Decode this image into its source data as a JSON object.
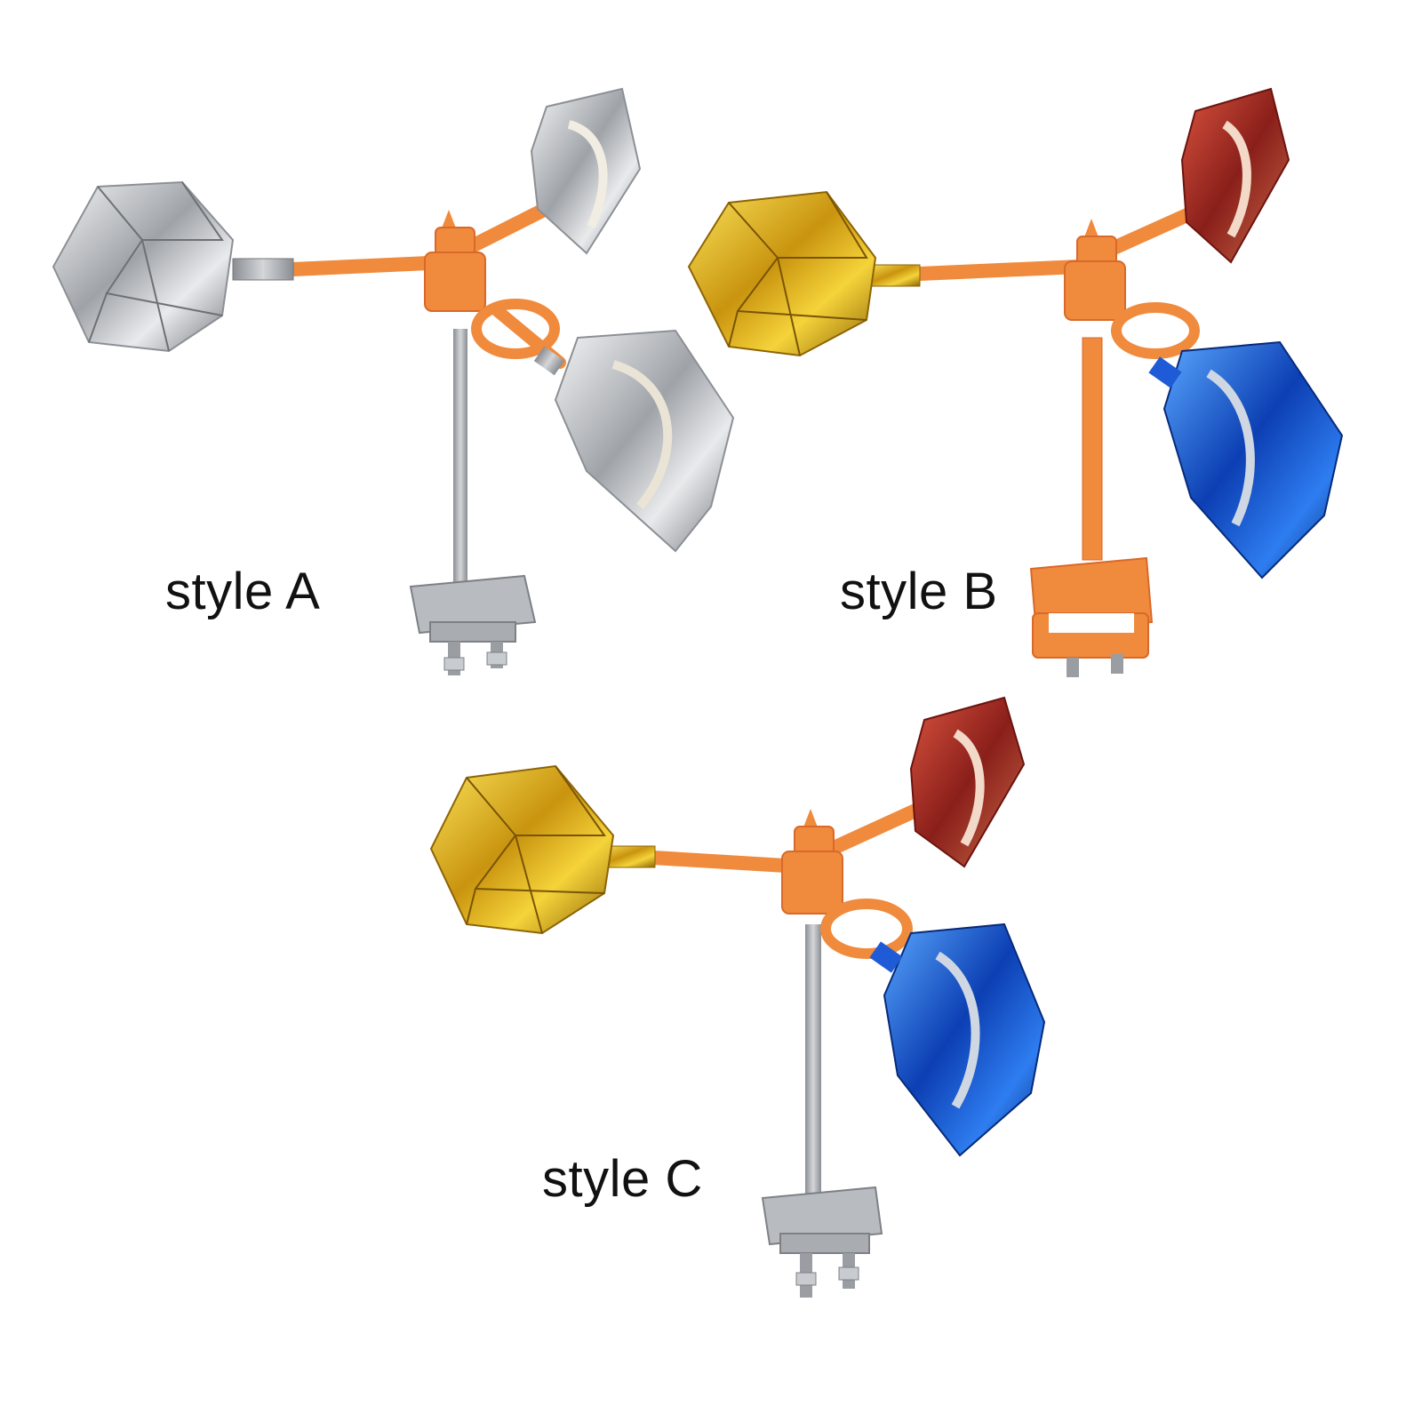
{
  "captions": {
    "a": "style A",
    "b": "style B",
    "c": "style C"
  },
  "colors": {
    "frame_orange": "#f08a3c",
    "frame_orange_dark": "#d9692a",
    "steel": "#b9bcc0",
    "steel_dark": "#8a8e93",
    "silver": "#cfd2d6",
    "gold": "#e2b21e",
    "red": "#a7302a",
    "blue": "#1f5bd6"
  },
  "items": [
    {
      "caption_key": "a",
      "cup_colors": [
        "silver",
        "silver",
        "silver"
      ],
      "mount": "metal-clamp"
    },
    {
      "caption_key": "b",
      "cup_colors": [
        "gold",
        "red",
        "blue"
      ],
      "mount": "orange-clamp"
    },
    {
      "caption_key": "c",
      "cup_colors": [
        "gold",
        "red",
        "blue"
      ],
      "mount": "metal-clamp"
    }
  ]
}
